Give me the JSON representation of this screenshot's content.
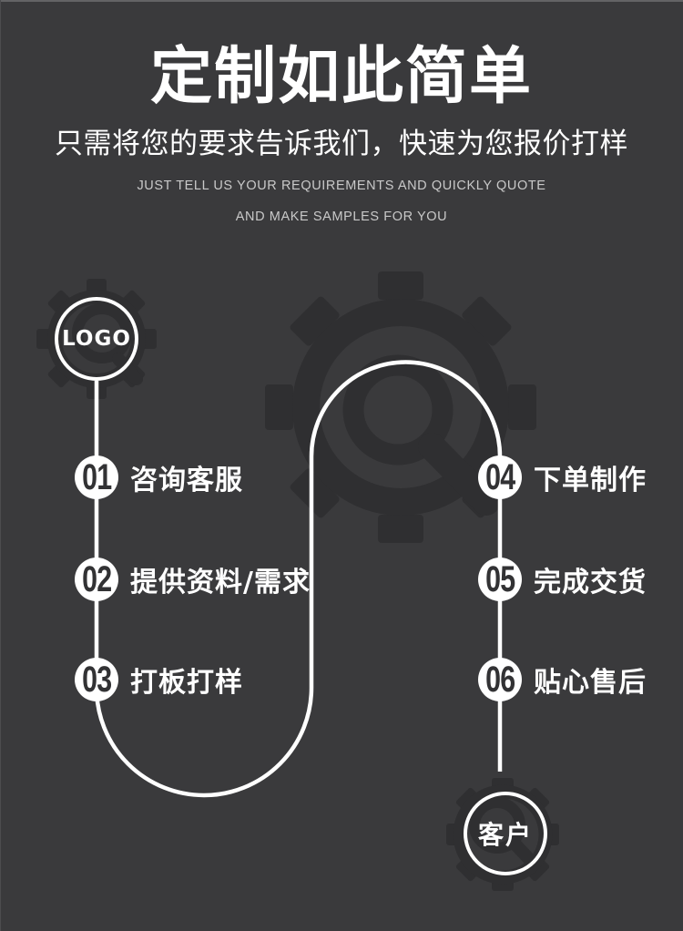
{
  "page": {
    "background_color": "#3a3a3c",
    "watermark_color": "#2f2f31",
    "line_color": "#ffffff",
    "tagline_color": "#c9c9c9",
    "icons": [
      "gear-watermark-icon",
      "magnifier-watermark-icon"
    ]
  },
  "header": {
    "title": "定制如此简单",
    "subtitle": "只需将您的要求告诉我们，快速为您报价打样",
    "tagline_line1": "JUST TELL US YOUR REQUIREMENTS AND QUICKLY QUOTE",
    "tagline_line2": "AND MAKE SAMPLES FOR YOU"
  },
  "flow": {
    "start_label": "LOGO",
    "end_label": "客户",
    "steps": [
      {
        "num": "01",
        "label": "咨询客服"
      },
      {
        "num": "02",
        "label": "提供资料/需求"
      },
      {
        "num": "03",
        "label": "打板打样"
      },
      {
        "num": "04",
        "label": "下单制作"
      },
      {
        "num": "05",
        "label": "完成交货"
      },
      {
        "num": "06",
        "label": "贴心售后"
      }
    ]
  }
}
